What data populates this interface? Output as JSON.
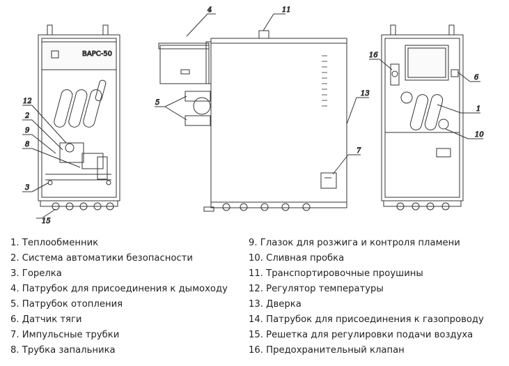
{
  "diagram": {
    "callouts": [
      "1",
      "2",
      "3",
      "4",
      "5",
      "6",
      "7",
      "8",
      "9",
      "10",
      "11",
      "12",
      "13",
      "15",
      "16"
    ],
    "panel_label": "ВАРС-50"
  },
  "legend": {
    "left": [
      "1. Теплообменник",
      "2. Система автоматики безопасности",
      "3. Горелка",
      "4. Патрубок для присоединения к дымоходу",
      "5. Патрубок отопления",
      "6. Датчик тяги",
      "7. Импульсные трубки",
      "8. Трубка запальника"
    ],
    "right": [
      "9. Глазок для розжига и контроля пламени",
      "10. Сливная пробка",
      "11. Транспортировочные проушины",
      "12. Регулятор температуры",
      "13. Дверка",
      "14. Патрубок для присоединения к газопроводу",
      "15. Решетка для регулировки подачи воздуха",
      "16. Предохранительный клапан"
    ]
  }
}
